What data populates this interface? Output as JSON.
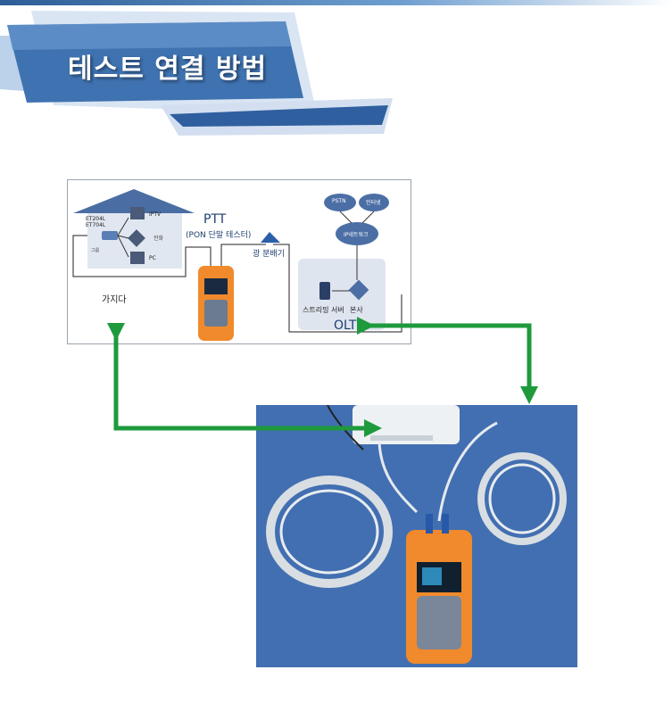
{
  "title": "테스트 연결 방법",
  "diagram": {
    "home_label": "가지다",
    "ptt_label": "PTT",
    "ptt_sub": "(PON 단말 테스터)",
    "splitter_label": "광 분배기",
    "olt_label": "OLT",
    "pstn": "PSTN",
    "internet": "인터넷",
    "ip_network": "IP네트워크",
    "streaming_server": "스트리밍 서버",
    "main_unit": "본사",
    "iptv": "IPTV",
    "pc": "PC",
    "phone": "전화",
    "ont_model": "ET204L\nET704L",
    "ont_tag": "그룹"
  },
  "colors": {
    "arrow": "#1e9a3c",
    "banner": "#3f72b0",
    "device_orange": "#f08a2c",
    "photo_bg": "#4673b4",
    "label_blue": "#1d3e70"
  }
}
